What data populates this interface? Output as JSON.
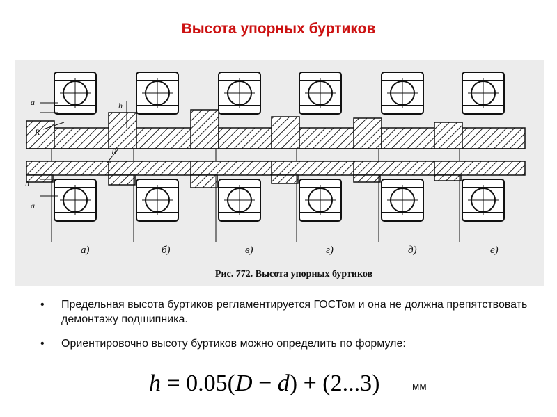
{
  "slide": {
    "title": "Высота упорных буртиков"
  },
  "figure": {
    "caption": "Рис. 772. Высота упорных буртиков",
    "labels": [
      "a",
      "h",
      "R",
      "R",
      "h",
      "a"
    ],
    "variants": [
      "а)",
      "б)",
      "в)",
      "г)",
      "д)",
      "е)"
    ]
  },
  "bullets": [
    {
      "marker": "•",
      "text": "Предельная высота буртиков регламентируется ГОСТом и она не должна препятствовать демонтажу подшипника."
    },
    {
      "marker": "•",
      "text": "Ориентировочно высоту буртиков можно определить по формуле:"
    }
  ],
  "formula": {
    "lhs": "h",
    "eq": " = 0.05(",
    "D": "D",
    "minus": " − ",
    "d": "d",
    "rest": ") + (2...3)",
    "units": "мм"
  }
}
